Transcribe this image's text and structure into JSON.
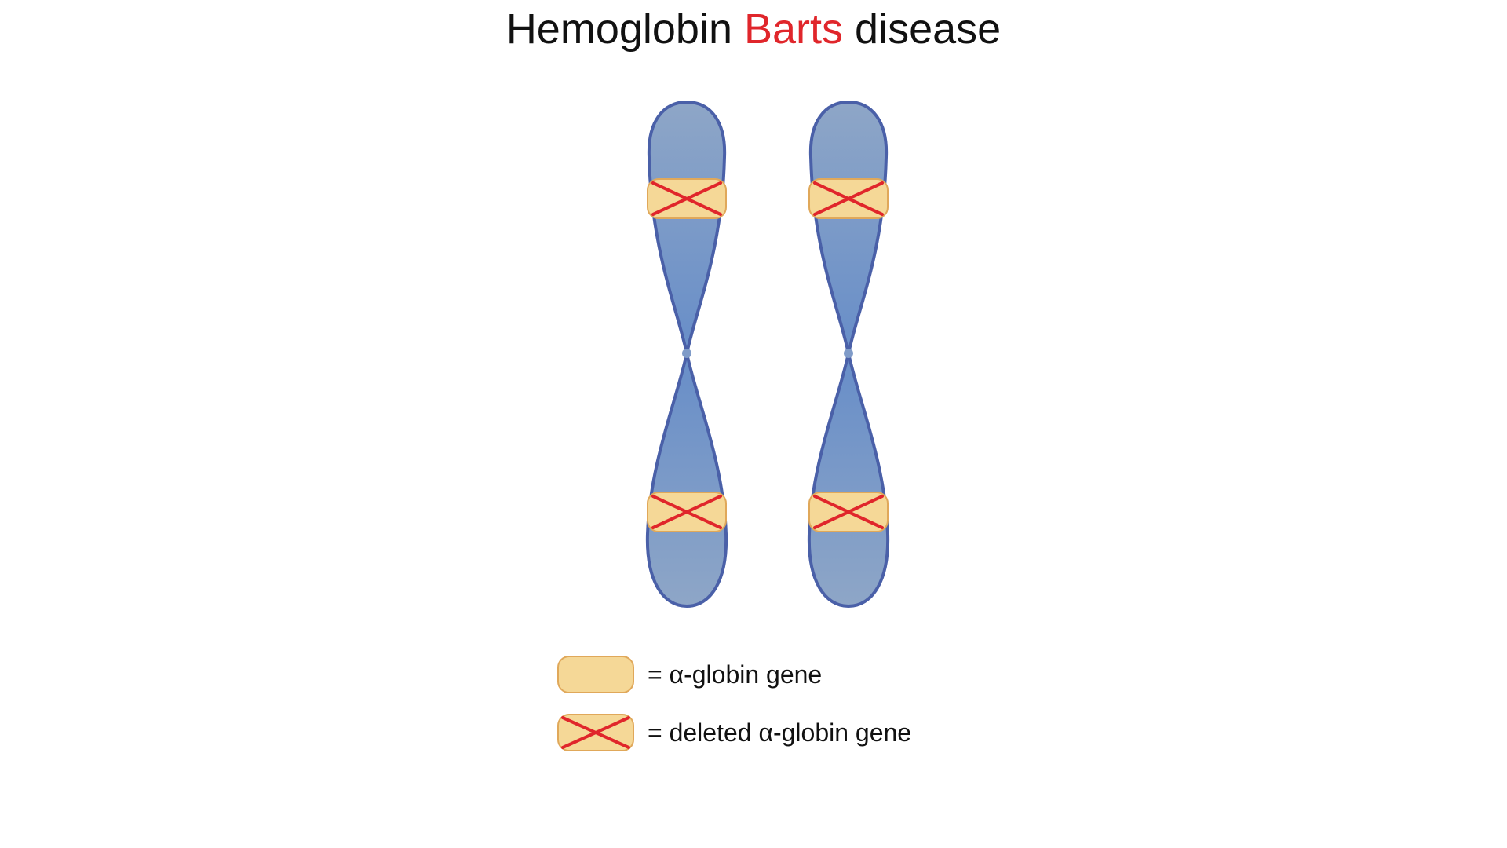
{
  "title": {
    "prefix": "Hemoglobin ",
    "highlight": "Barts",
    "suffix": " disease"
  },
  "colors": {
    "title_highlight": "#e0262b",
    "chromosome_fill": "#7f9bc8",
    "chromosome_stroke": "#4a60a8",
    "gene_fill": "#f5d897",
    "gene_stroke": "#e0a85a",
    "deletion_cross": "#e0262b"
  },
  "chromosomes": [
    {
      "name": "chromosome-left",
      "genes": [
        {
          "arm": "upper",
          "status": "deleted"
        },
        {
          "arm": "lower",
          "status": "deleted"
        }
      ]
    },
    {
      "name": "chromosome-right",
      "genes": [
        {
          "arm": "upper",
          "status": "deleted"
        },
        {
          "arm": "lower",
          "status": "deleted"
        }
      ]
    }
  ],
  "legend": {
    "gene_label": "= α-globin gene",
    "deleted_label": "= deleted α-globin gene"
  }
}
